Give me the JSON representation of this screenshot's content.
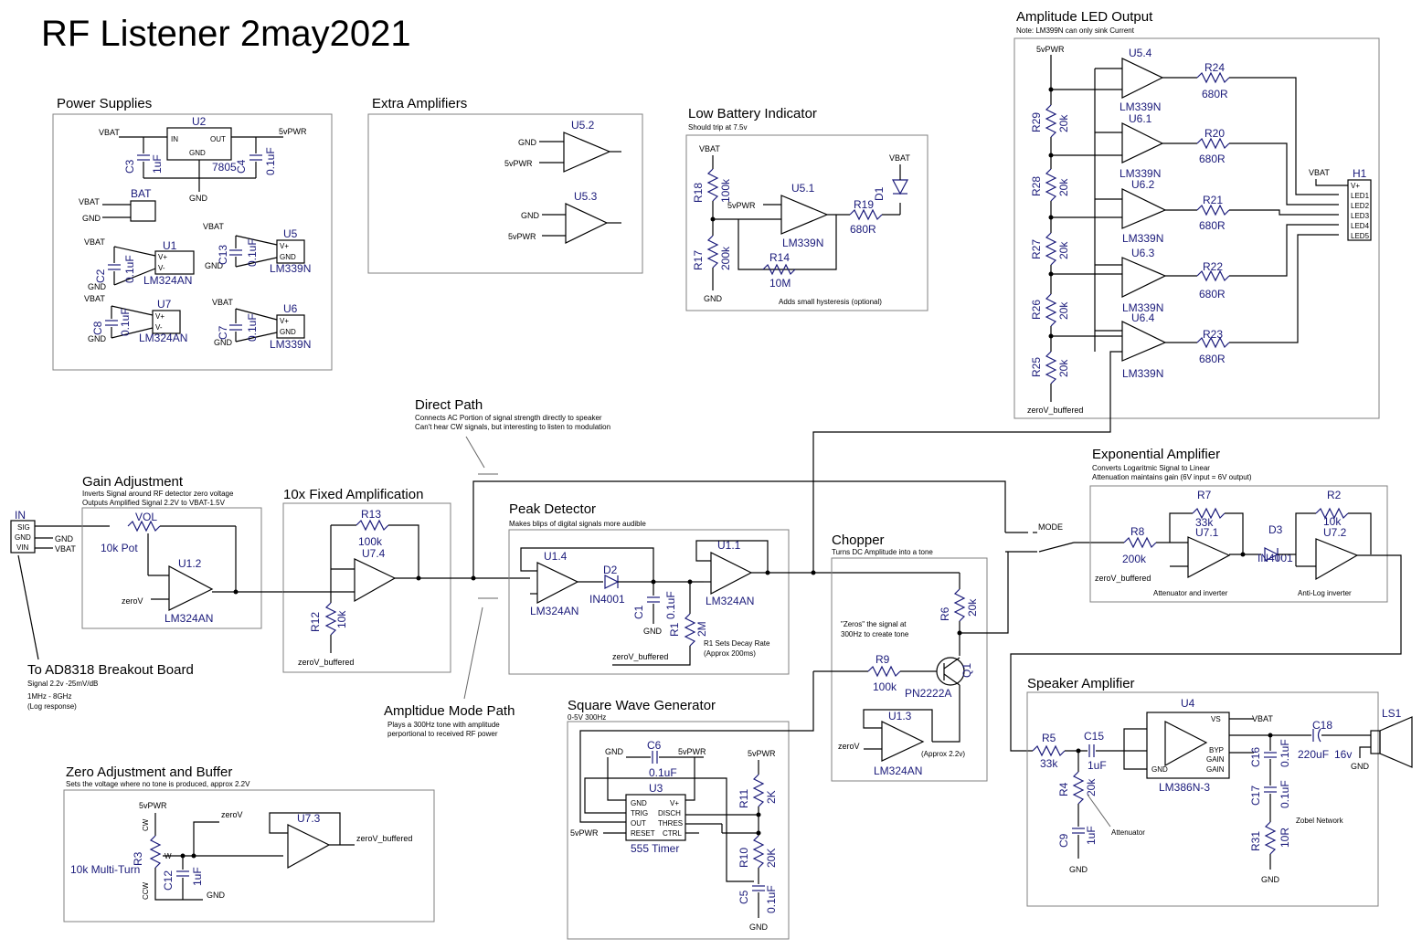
{
  "title": "RF Listener 2may2021",
  "sections": {
    "power": "Power Supplies",
    "extra": "Extra Amplifiers",
    "lowbat": "Low Battery Indicator",
    "lowbat_note": "Should trip at 7.5v",
    "lowbat_hyst": "Adds small hysteresis (optional)",
    "ampled": "Amplitude LED Output",
    "ampled_note": "Note: LM399N can only sink Current",
    "direct": "Direct Path",
    "direct_note1": "Connects AC Portion of signal strength directly to speaker",
    "direct_note2": "Can't hear CW signals, but interesting to listen to modulation",
    "gain": "Gain Adjustment",
    "gain_note1": "Inverts Signal around RF detector zero voltage",
    "gain_note2": "Outputs Amplified Signal 2.2V to VBAT-1.5V",
    "fixed": "10x Fixed Amplification",
    "peak": "Peak Detector",
    "peak_note": "Makes blips of digital signals more audible",
    "peak_decay1": "R1 Sets Decay Rate",
    "peak_decay2": "(Approx 200ms)",
    "chopper": "Chopper",
    "chopper_note": "Turns DC Amplitude into a tone",
    "chopper_zero1": "\"Zeros\" the signal at",
    "chopper_zero2": "300Hz to create tone",
    "chopper_approx": "(Approx 2.2v)",
    "expamp": "Exponential Amplifier",
    "expamp_note1": "Converts Logaritmic Signal to Linear",
    "expamp_note2": "Attenuation maintains gain (6V input = 6V output)",
    "expamp_att": "Attenuator and inverter",
    "expamp_anti": "Anti-Log inverter",
    "ad8318": "To AD8318 Breakout Board",
    "ad8318_n1": "Signal 2.2v -25mV/dB",
    "ad8318_n2": "1MHz - 8GHz",
    "ad8318_n3": "(Log response)",
    "ampmode": "Ampltidue Mode Path",
    "ampmode_n1": "Plays a 300Hz tone with amplitude",
    "ampmode_n2": "perportional to received RF power",
    "square": "Square Wave Generator",
    "square_note": "0-5V 300Hz",
    "speaker": "Speaker Amplifier",
    "speaker_att": "Attenuator",
    "speaker_zobel": "Zobel Network",
    "zero": "Zero Adjustment and Buffer",
    "zero_note": "Sets the voltage where no tone is produced, approx 2.2V"
  },
  "nets": {
    "vbat": "VBAT",
    "gnd": "GND",
    "pwr": "5vPWR",
    "zerov": "zeroV",
    "zerob": "zeroV_buffered",
    "sig": "SIG",
    "vin": "VIN",
    "in": "IN",
    "mode": "MODE",
    "vplus": "V+",
    "vminus": "V-",
    "in_pin": "IN",
    "out_pin": "OUT",
    "cw": "CW",
    "ccw": "CCW",
    "w": "W"
  },
  "parts": {
    "u2": "U2",
    "reg": "7805",
    "c3": "C3",
    "c3v": "1uF",
    "c4": "C4",
    "c4v": "0.1uF",
    "bat": "BAT",
    "u1": "U1",
    "c2": "C2",
    "c2v": "0.1uF",
    "lm324": "LM324AN",
    "u5": "U5",
    "c13": "C13",
    "c13v": "0.1uF",
    "lm339": "LM339N",
    "u7": "U7",
    "c8": "C8",
    "c8v": "0.1uF",
    "u6": "U6",
    "c7": "C7",
    "c7v": "0.1uF",
    "u52": "U5.2",
    "u53": "U5.3",
    "u51": "U5.1",
    "r18": "R18",
    "r18v": "100k",
    "r17": "R17",
    "r17v": "200k",
    "r19": "R19",
    "r19v": "680R",
    "d1": "D1",
    "r14": "R14",
    "r14v": "10M",
    "u54": "U5.4",
    "u61": "U6.1",
    "u62": "U6.2",
    "u63": "U6.3",
    "u64": "U6.4",
    "r24": "R24",
    "r20": "R20",
    "r21": "R21",
    "r22": "R22",
    "r23": "R23",
    "r680": "680R",
    "r29": "R29",
    "r28": "R28",
    "r27": "R27",
    "r26": "R26",
    "r25": "R25",
    "r20k": "20k",
    "h1": "H1",
    "led1": "LED1",
    "led2": "LED2",
    "led3": "LED3",
    "led4": "LED4",
    "led5": "LED5",
    "vol": "VOL",
    "volv": "10k Pot",
    "u12": "U1.2",
    "r13": "R13",
    "r13v": "100k",
    "u74": "U7.4",
    "r12": "R12",
    "r12v": "10k",
    "u14": "U1.4",
    "d2": "D2",
    "in4001": "IN4001",
    "c1": "C1",
    "c1v": "0.1uF",
    "r1": "R1",
    "r1v": "2M",
    "u11": "U1.1",
    "r6": "R6",
    "r6v": "20k",
    "r9": "R9",
    "r9v": "100k",
    "q1": "Q1",
    "pn2222": "PN2222A",
    "u13": "U1.3",
    "r8": "R8",
    "r8v": "200k",
    "r7": "R7",
    "r7v": "33k",
    "u71": "U7.1",
    "d3": "D3",
    "r2": "R2",
    "r2v": "10k",
    "u72": "U7.2",
    "c6": "C6",
    "c6v": "0.1uF",
    "u3": "U3",
    "timer": "555 Timer",
    "r11": "R11",
    "r11v": "2K",
    "r10": "R10",
    "r10v": "20K",
    "c5": "C5",
    "c5v": "0.1uF",
    "u4": "U4",
    "lm386": "LM386N-3",
    "r5": "R5",
    "r5v": "33k",
    "c15": "C15",
    "c15v": "1uF",
    "r4": "R4",
    "r4v": "20k",
    "c9": "C9",
    "c9v": "1uF",
    "c16": "C16",
    "c16v": "0.1uF",
    "c17": "C17",
    "c17v": "0.1uF",
    "r31": "R31",
    "r31v": "10R",
    "c18": "C18",
    "c18v": "220uF",
    "c18v2": "16v",
    "ls1": "LS1",
    "r3": "R3",
    "r3v": "10k Multi-Turn",
    "c12": "C12",
    "c12v": "1uF",
    "u73": "U7.3",
    "trig": "TRIG",
    "disch": "DISCH",
    "thres": "THRES",
    "reset": "RESET",
    "ctrl": "CTRL",
    "out": "OUT",
    "vs": "VS",
    "byp": "BYP",
    "gain": "GAIN"
  }
}
